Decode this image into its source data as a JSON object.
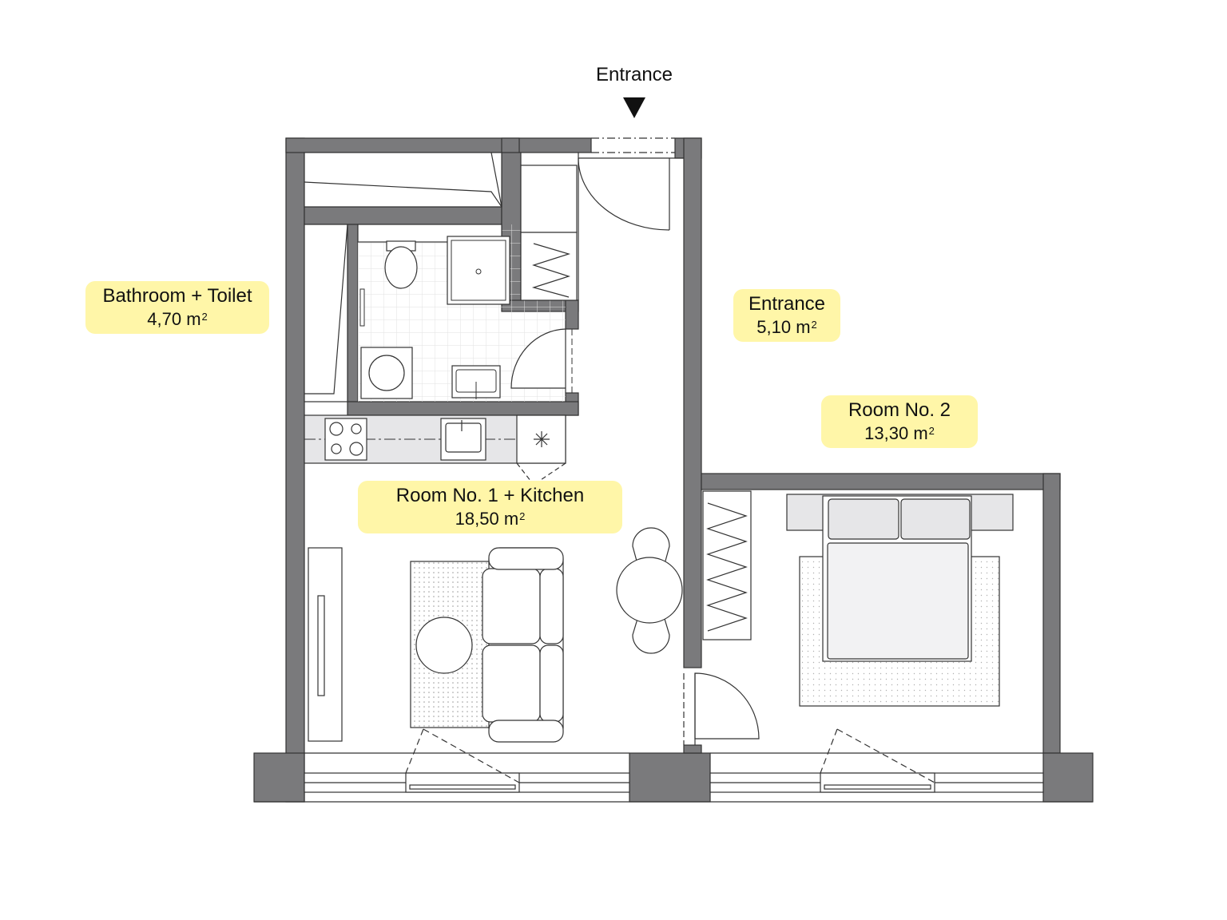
{
  "entrance_marker": {
    "label": "Entrance"
  },
  "rooms": [
    {
      "id": "bathroom",
      "name": "Bathroom + Toilet",
      "area": "4,70",
      "unit": "m",
      "unit_sup": "2"
    },
    {
      "id": "entrance",
      "name": "Entrance",
      "area": "5,10",
      "unit": "m",
      "unit_sup": "2"
    },
    {
      "id": "room2",
      "name": "Room No. 2",
      "area": "13,30",
      "unit": "m",
      "unit_sup": "2"
    },
    {
      "id": "room1",
      "name": "Room No. 1 + Kitchen",
      "area": "18,50",
      "unit": "m",
      "unit_sup": "2"
    }
  ],
  "colors": {
    "wall": "#7a7a7c",
    "wall_dark": "#6b6b6d",
    "label_bg": "#fff6a8",
    "line": "#333333",
    "furniture_fill": "#e6e6e8"
  }
}
